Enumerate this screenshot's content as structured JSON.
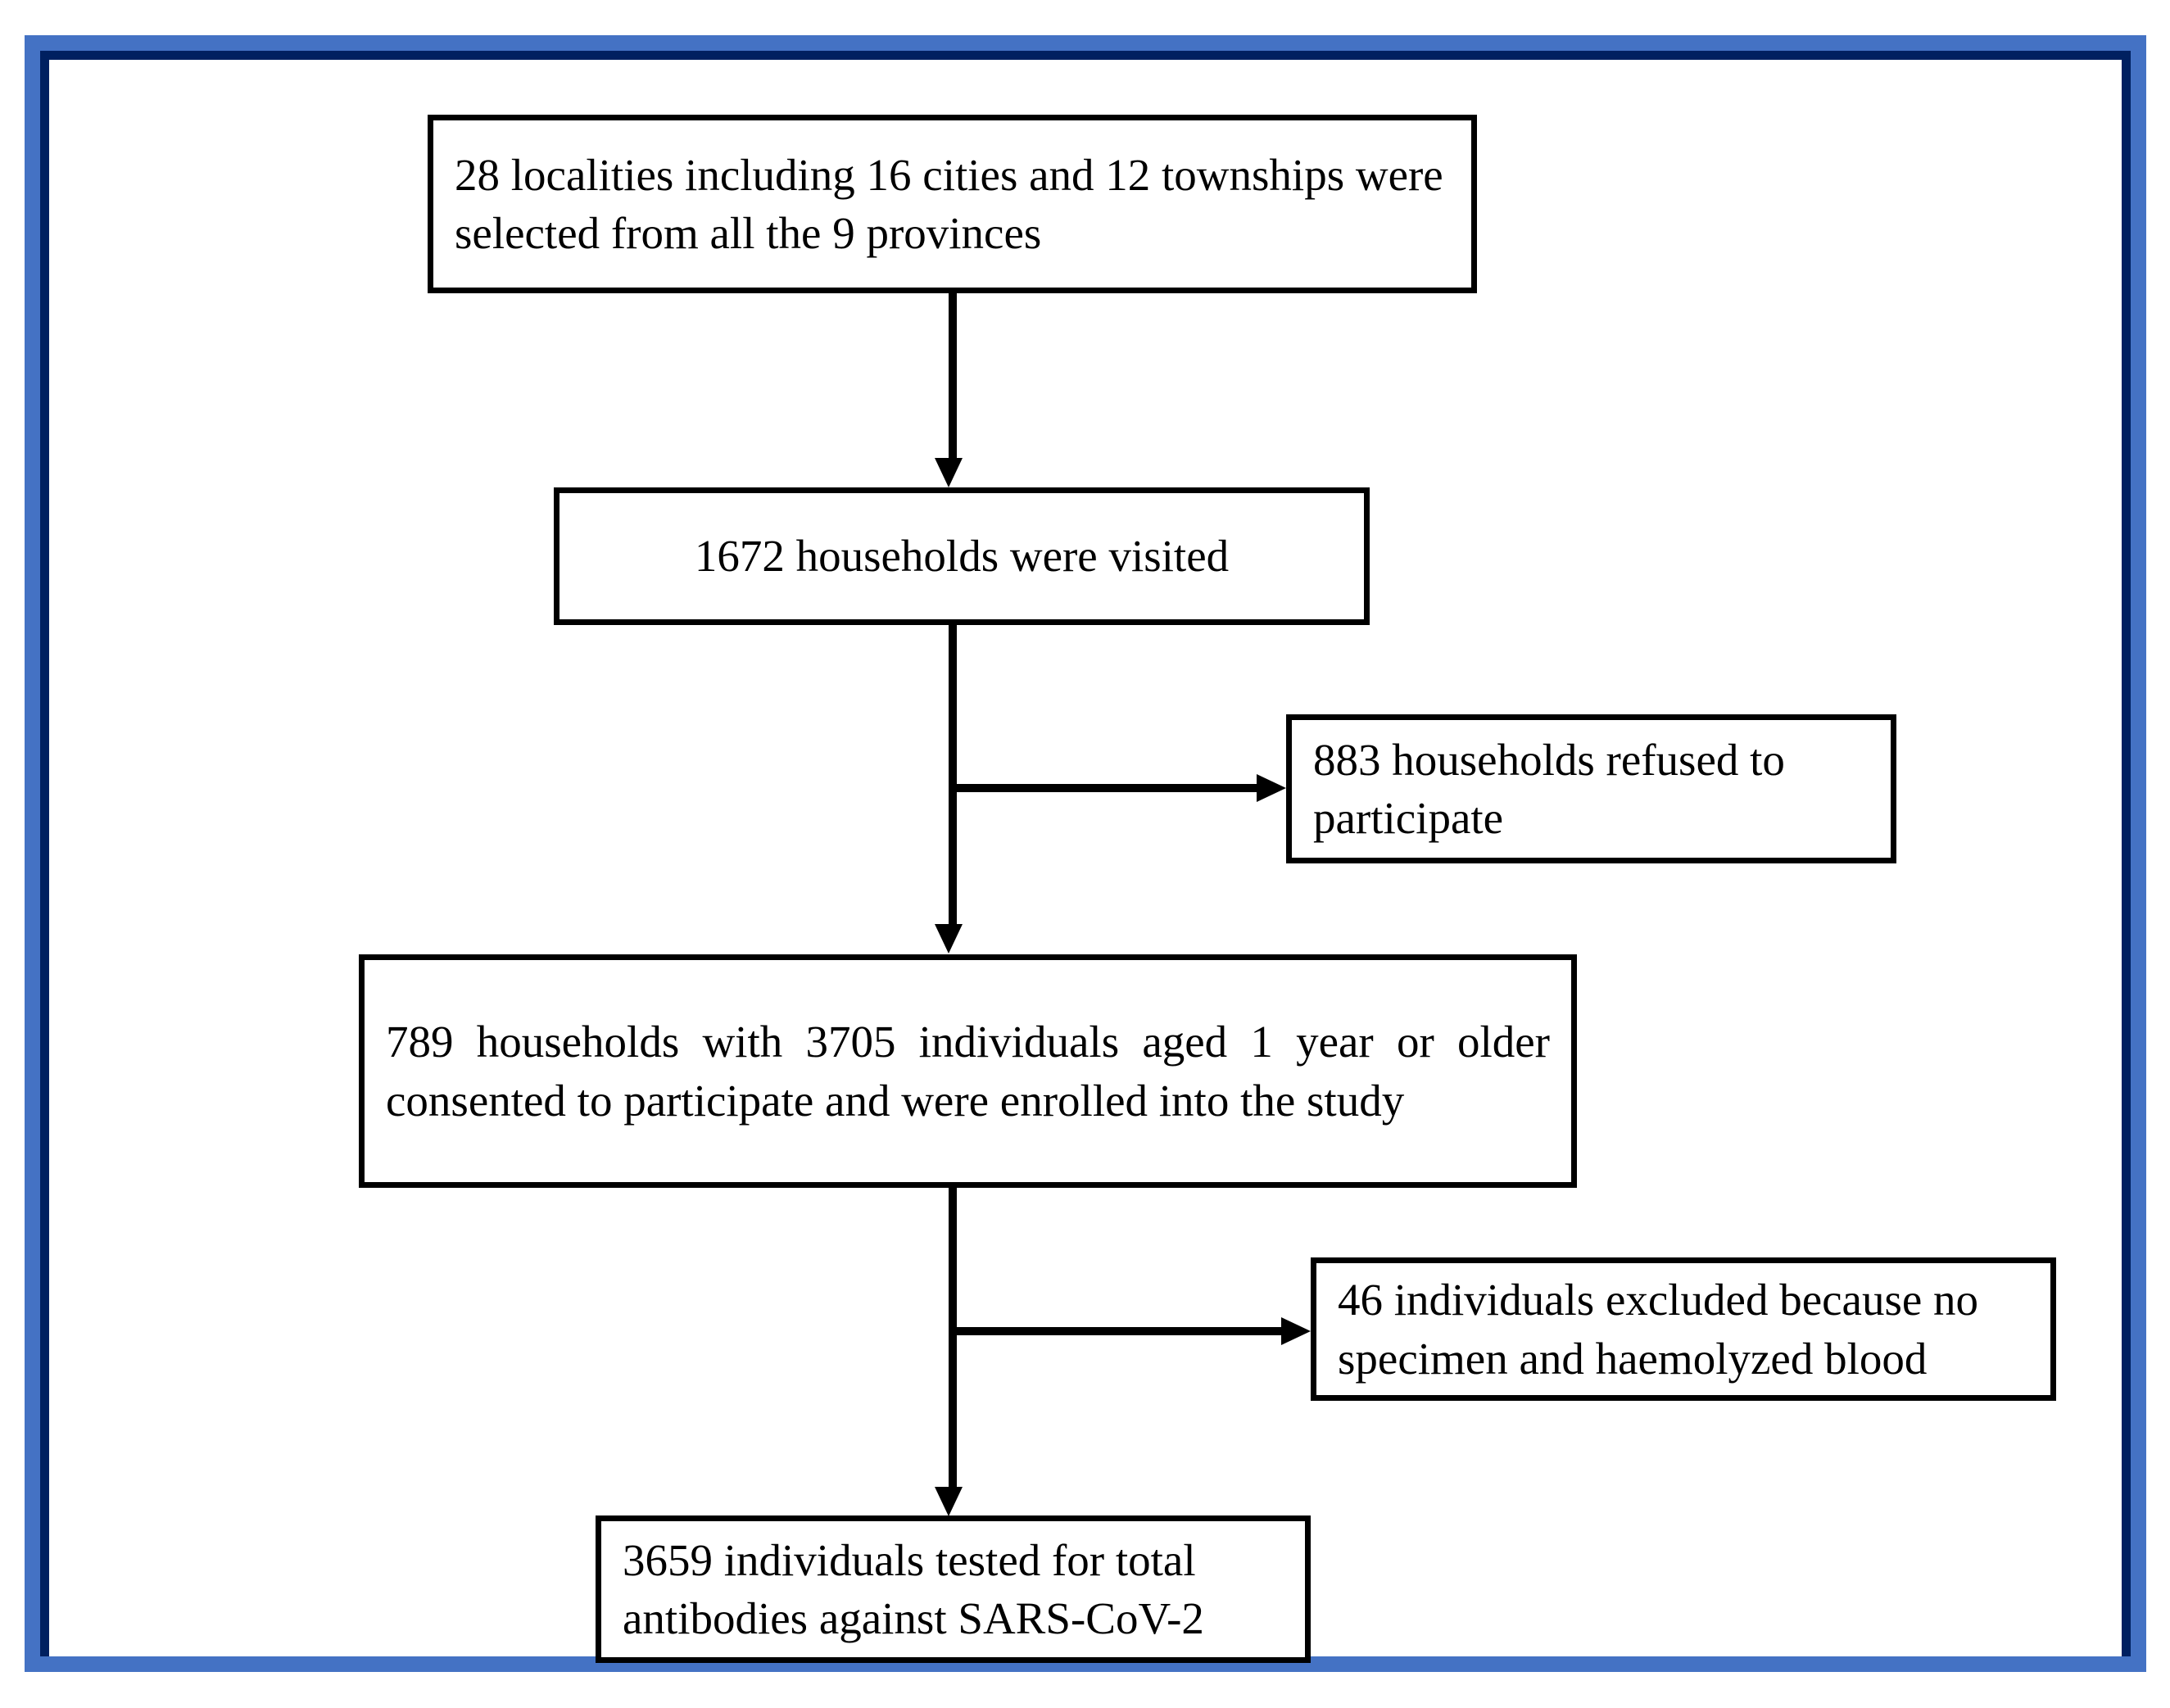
{
  "figure": {
    "type": "participant-flow-diagram",
    "frame": {
      "outer_color": "#4472C4",
      "inner_color": "#002060"
    },
    "box_border_color": "#000000",
    "connector_color": "#000000"
  },
  "nodes": {
    "localities": {
      "label": "28 localities including 16 cities and 12 townships were selected from all the 9 provinces",
      "align": "left"
    },
    "visited": {
      "label": "1672 households were visited",
      "align": "center"
    },
    "refused": {
      "label": "883 households refused to participate",
      "align": "left"
    },
    "enrolled": {
      "label": "789 households with 3705 individuals aged 1 year or older consented to participate and were enrolled into the study",
      "align": "justify"
    },
    "excluded": {
      "label": "46 individuals excluded because no specimen and  haemolyzed blood",
      "align": "left"
    },
    "tested": {
      "label": "3659 individuals tested for total antibodies against SARS-CoV-2",
      "align": "left"
    }
  },
  "flow_data": {
    "localities_count": 28,
    "cities_count": 16,
    "townships_count": 12,
    "provinces_count": 9,
    "households_visited": 1672,
    "households_refused": 883,
    "households_enrolled": 789,
    "individuals_enrolled": 3705,
    "minimum_age_years": 1,
    "individuals_excluded": 46,
    "individuals_tested": 3659,
    "assay": "total antibodies against SARS-CoV-2"
  }
}
